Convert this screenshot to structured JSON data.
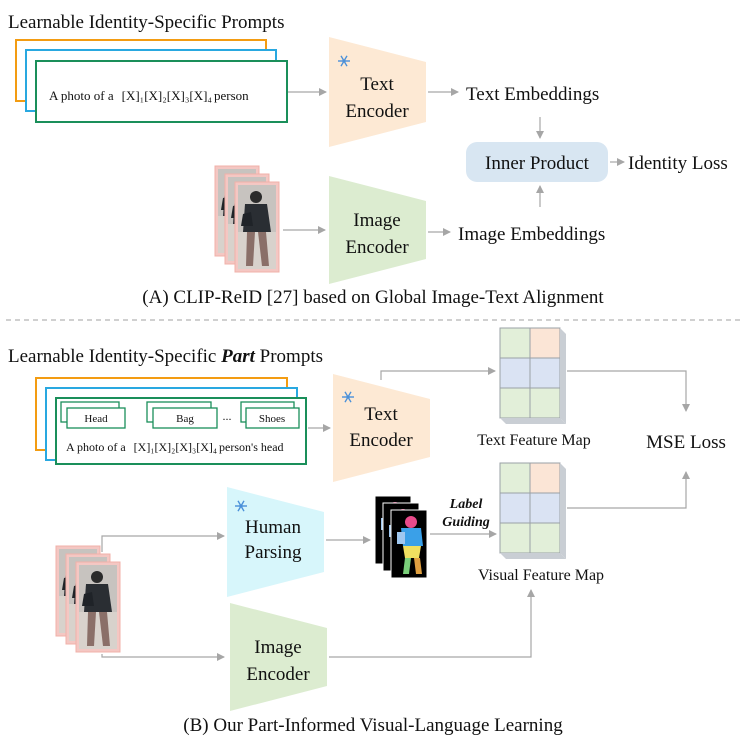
{
  "partA": {
    "title": "Learnable Identity-Specific Prompts",
    "prompt_prefix": "A photo of a",
    "prompt_tokens": "[X]₁[X]₂[X]₃[X]₄",
    "prompt_suffix": "person",
    "text_encoder_line1": "Text",
    "text_encoder_line2": "Encoder",
    "text_embeddings": "Text Embeddings",
    "inner_product": "Inner Product",
    "identity_loss": "Identity Loss",
    "image_encoder_line1": "Image",
    "image_encoder_line2": "Encoder",
    "image_embeddings": "Image Embeddings",
    "caption": "(A) CLIP-ReID [27] based on Global Image-Text Alignment"
  },
  "partB": {
    "title_prefix": "Learnable Identity-Specific ",
    "title_emph": "Part",
    "title_suffix": " Prompts",
    "part_labels": [
      "Head",
      "Bag",
      "...",
      "Shoes"
    ],
    "prompt_prefix": "A photo of a",
    "prompt_tokens": "[X]₁[X]₂[X]₃[X]₄",
    "prompt_suffix": "person's head",
    "text_encoder_line1": "Text",
    "text_encoder_line2": "Encoder",
    "text_feature_map": "Text Feature Map",
    "mse_loss": "MSE Loss",
    "human_parsing_line1": "Human",
    "human_parsing_line2": "Parsing",
    "label_guiding_line1": "Label",
    "label_guiding_line2": "Guiding",
    "visual_feature_map": "Visual Feature Map",
    "image_encoder_line1": "Image",
    "image_encoder_line2": "Encoder",
    "caption": "(B) Our Part-Informed Visual-Language Learning"
  },
  "colors": {
    "orange": "#f39c12",
    "blue": "#29a8e0",
    "green": "#1a8f5a",
    "text_encoder_fill": "#fde9d4",
    "image_encoder_fill": "#dcecd0",
    "human_parsing_fill": "#d7f6fb",
    "inner_product_fill": "#d8e6f2",
    "grid_green": "#e2efd9",
    "grid_orange": "#fbe5d6",
    "grid_blue": "#dae3f3",
    "arrow": "#a6a6a6"
  },
  "icons": [
    "snowflake-icon",
    "person-photo-icon",
    "parsing-mask-icon"
  ]
}
